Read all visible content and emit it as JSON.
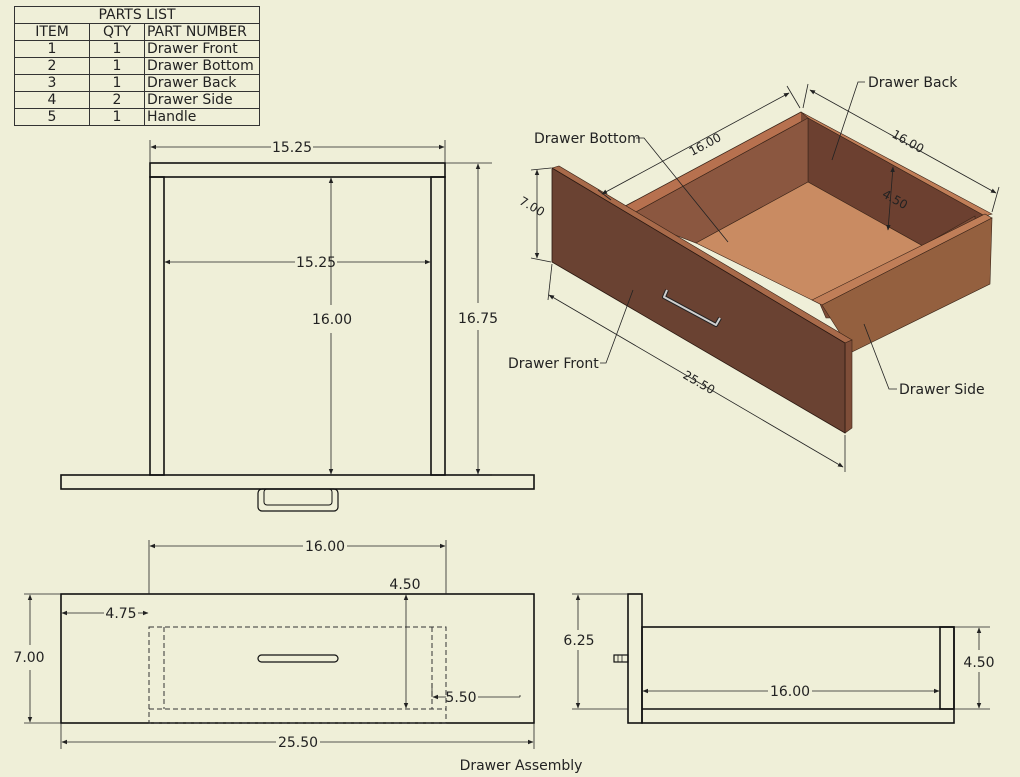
{
  "parts_list": {
    "title": "PARTS LIST",
    "headers": {
      "item": "ITEM",
      "qty": "QTY",
      "part_number": "PART NUMBER"
    },
    "rows": [
      {
        "item": "1",
        "qty": "1",
        "part": "Drawer Front"
      },
      {
        "item": "2",
        "qty": "1",
        "part": "Drawer Bottom"
      },
      {
        "item": "3",
        "qty": "1",
        "part": "Drawer Back"
      },
      {
        "item": "4",
        "qty": "2",
        "part": "Drawer Side"
      },
      {
        "item": "5",
        "qty": "1",
        "part": "Handle"
      }
    ]
  },
  "top_view": {
    "overall_width": "15.25",
    "inner_width": "15.25",
    "inner_depth": "16.00",
    "overall_depth": "16.75"
  },
  "iso_view": {
    "labels": {
      "back": "Drawer Back",
      "bottom": "Drawer Bottom",
      "front": "Drawer Front",
      "side": "Drawer Side"
    },
    "dims": {
      "top_left": "16.00",
      "top_right": "16.00",
      "inner_height": "4.50",
      "front_height": "7.00",
      "front_width": "25.50"
    }
  },
  "front_view": {
    "box_width": "16.00",
    "side_offset": "4.75",
    "inner_height": "4.50",
    "height": "7.00",
    "handle_gap": "5.50",
    "width": "25.50"
  },
  "side_view": {
    "front_height": "6.25",
    "back_height": "4.50",
    "length": "16.00"
  },
  "caption": "Drawer Assembly",
  "colors": {
    "background": "#efefd8",
    "wood_dark": "#6a4232",
    "wood_mid": "#8d5a44",
    "wood_light": "#c98b62",
    "edge": "#a86a4a"
  }
}
